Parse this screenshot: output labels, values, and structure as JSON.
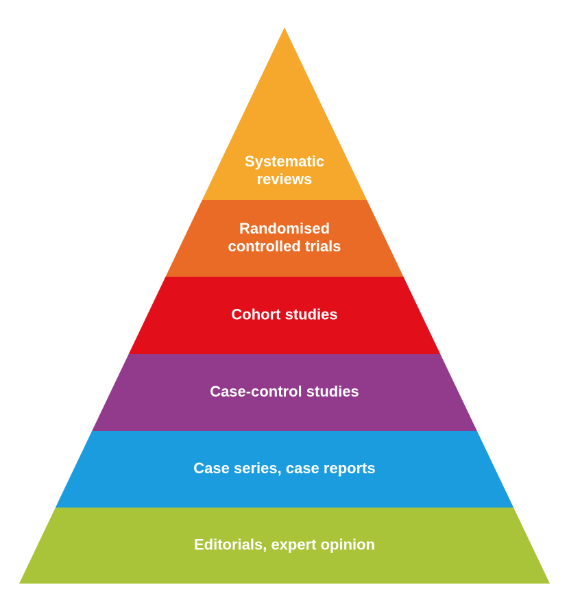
{
  "pyramid": {
    "tiers": [
      {
        "lines": [
          "Systematic",
          "reviews"
        ],
        "color": "#F5A82B"
      },
      {
        "lines": [
          "Randomised",
          "controlled trials"
        ],
        "color": "#EA6B25"
      },
      {
        "lines": [
          "Cohort studies"
        ],
        "color": "#E20E1A"
      },
      {
        "lines": [
          "Case-control studies"
        ],
        "color": "#923A8C"
      },
      {
        "lines": [
          "Case series, case reports"
        ],
        "color": "#1A9CDE"
      },
      {
        "lines": [
          "Editorials, expert opinion"
        ],
        "color": "#A9C439"
      }
    ]
  }
}
